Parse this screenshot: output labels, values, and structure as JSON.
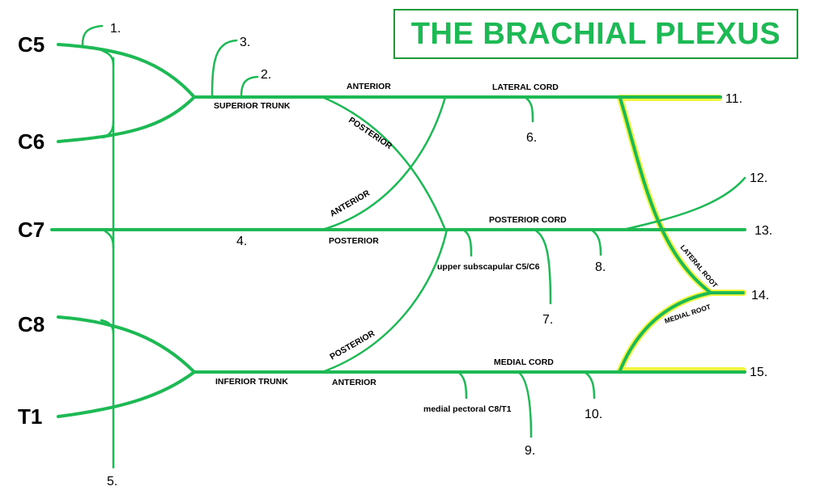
{
  "title": "THE BRACHIAL PLEXUS",
  "roots": [
    "C5",
    "C6",
    "C7",
    "C8",
    "T1"
  ],
  "numbers": [
    "1.",
    "2.",
    "3.",
    "4.",
    "5.",
    "6.",
    "7.",
    "8.",
    "9.",
    "10.",
    "11.",
    "12.",
    "13.",
    "14.",
    "15."
  ],
  "labels": {
    "superior_trunk": "SUPERIOR TRUNK",
    "inferior_trunk": "INFERIOR TRUNK",
    "anterior": "ANTERIOR",
    "posterior": "POSTERIOR",
    "lateral_cord": "LATERAL CORD",
    "posterior_cord": "POSTERIOR CORD",
    "medial_cord": "MEDIAL CORD",
    "upper_subscapular": "upper subscapular C5/C6",
    "medial_pectoral": "medial pectoral C8/T1",
    "lateral_root": "LATERAL ROOT",
    "medial_root": "MEDIAL ROOT"
  },
  "colors": {
    "nerve": "#1db954",
    "highlight": "#f2f542",
    "title_border": "#1f9a3a"
  }
}
